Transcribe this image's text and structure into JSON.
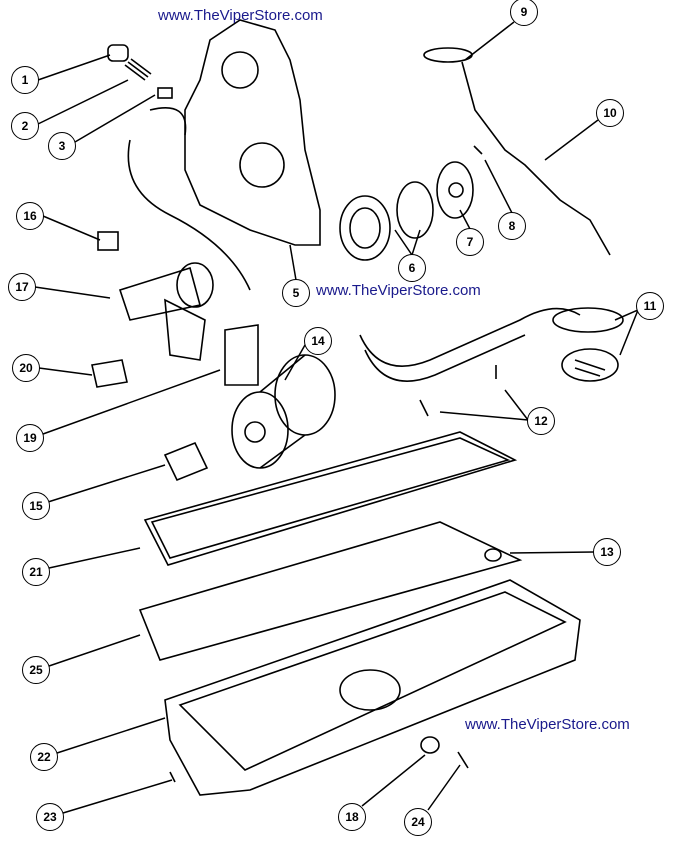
{
  "watermarks": {
    "top": "www.TheViperStore.com",
    "middle": "www.TheViperStore.com",
    "bottom": "www.TheViperStore.com"
  },
  "callouts": [
    "1",
    "2",
    "3",
    "5",
    "6",
    "7",
    "8",
    "9",
    "10",
    "11",
    "12",
    "13",
    "14",
    "15",
    "16",
    "17",
    "18",
    "19",
    "20",
    "21",
    "22",
    "23",
    "24",
    "25"
  ],
  "colors": {
    "watermark": "#1a1a8c",
    "line": "#000000"
  }
}
